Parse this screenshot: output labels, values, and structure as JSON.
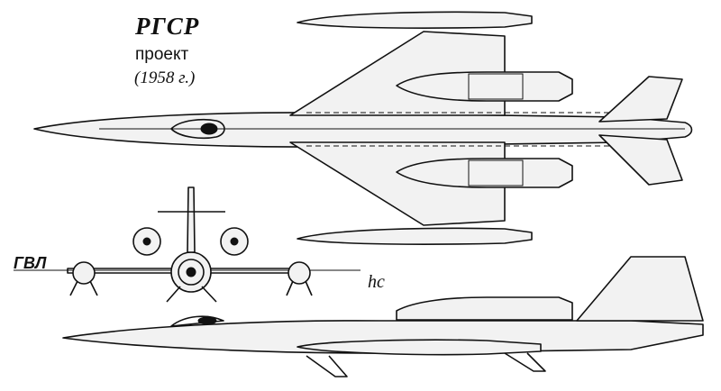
{
  "caption": {
    "title": "РГСР",
    "subtitle": "проект",
    "year": "(1958 г.)"
  },
  "labels": {
    "waterline": "ГВЛ",
    "hc_mark": "hc"
  },
  "views": [
    "top-view",
    "front-view",
    "side-view"
  ]
}
